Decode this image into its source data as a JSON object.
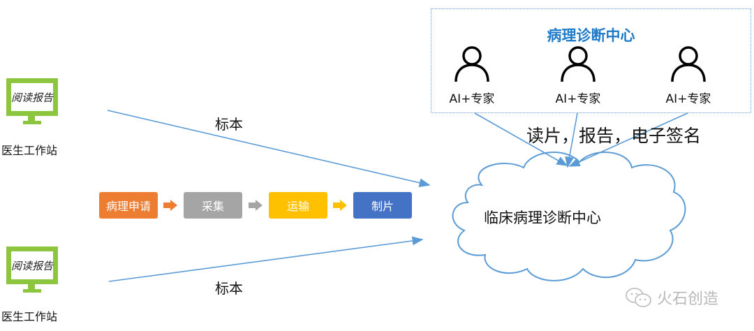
{
  "workstations": [
    {
      "screen_text": "阅读报告",
      "label": "医生工作站"
    },
    {
      "screen_text": "阅读报告",
      "label": "医生工作站"
    }
  ],
  "specimen_labels": [
    "标本",
    "标本"
  ],
  "process_steps": [
    {
      "label": "病理申请",
      "color": "#ed7d31"
    },
    {
      "label": "采集",
      "color": "#a5a5a5"
    },
    {
      "label": "运输",
      "color": "#ffc000"
    },
    {
      "label": "制片",
      "color": "#4472c4"
    }
  ],
  "pathology_center": {
    "title": "病理诊断中心",
    "title_color": "#1e7ac8",
    "experts": [
      {
        "label": "AI+专家",
        "icon": "person-icon"
      },
      {
        "label": "AI+专家",
        "icon": "person-icon"
      },
      {
        "label": "AI+专家",
        "icon": "person-icon"
      }
    ]
  },
  "flow_label": "读片，报告，电子签名",
  "cloud": {
    "label": "临床病理诊断中心",
    "stroke_color": "#5b9bd5"
  },
  "connector_color": "#5b9bd5",
  "watermark": {
    "icon": "wechat-icon",
    "text": "火石创造"
  }
}
